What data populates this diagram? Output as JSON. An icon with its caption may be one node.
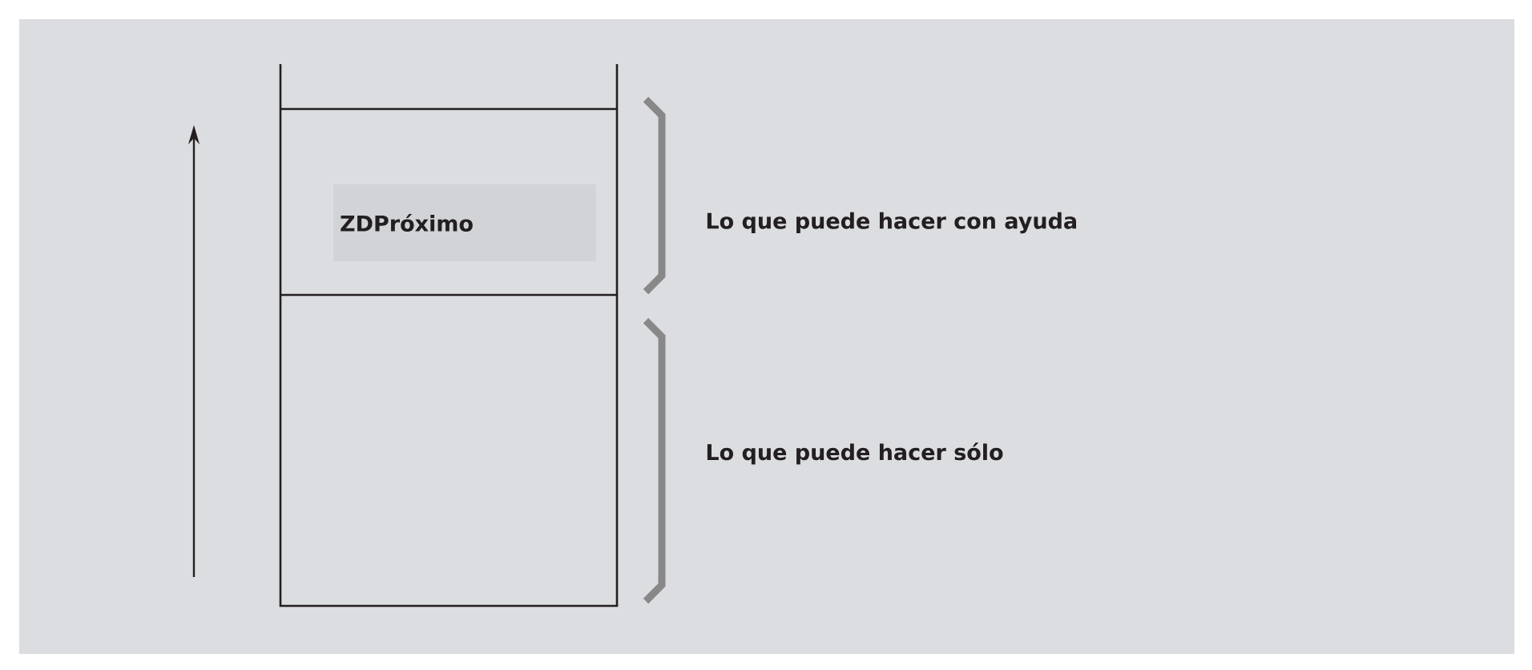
{
  "diagram": {
    "nodes": [
      {
        "text": [
          "ZDPróximo"
        ]
      }
    ],
    "labels": [
      "Lo que puede hacer con ayuda",
      "Lo que puede hacer sólo"
    ]
  }
}
